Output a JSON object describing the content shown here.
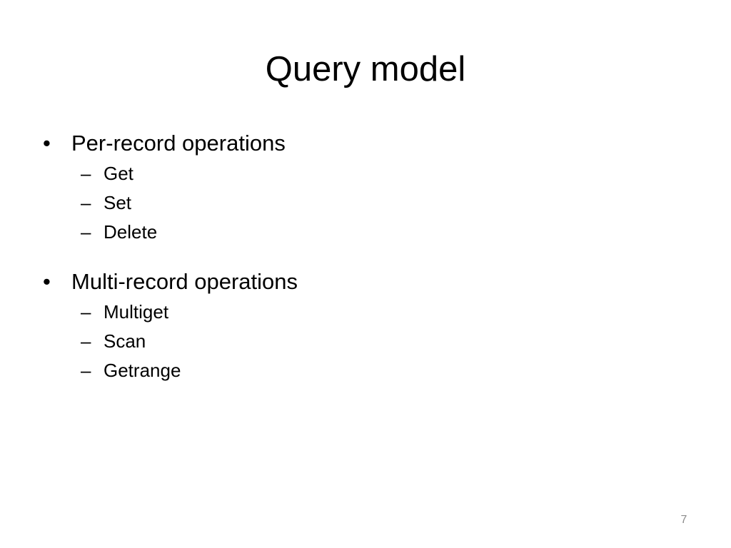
{
  "slide": {
    "title": "Query model",
    "bullets": [
      {
        "text": "Per-record operations",
        "sub": [
          "Get",
          "Set",
          "Delete"
        ]
      },
      {
        "text": "Multi-record operations",
        "sub": [
          "Multiget",
          "Scan",
          "Getrange"
        ]
      }
    ],
    "bullet_marker": "•",
    "sub_marker": "–",
    "page_number": "7"
  }
}
